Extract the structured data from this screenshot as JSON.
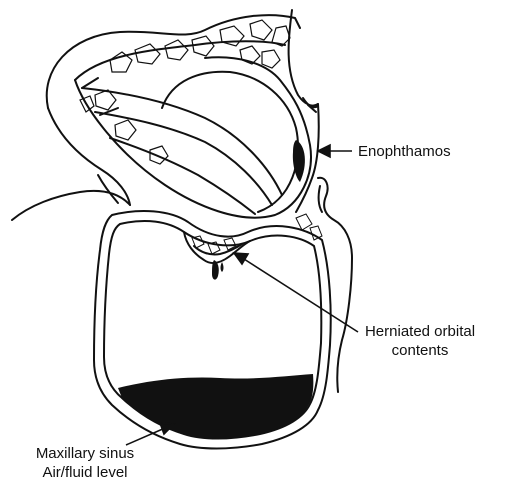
{
  "labels": {
    "enophthalmos": "Enophthamos",
    "herniated_line1": "Herniated orbital",
    "herniated_line2": "contents",
    "sinus_line1": "Maxillary sinus",
    "sinus_line2": "Air/fluid level"
  },
  "colors": {
    "ink": "#111111",
    "paper": "#ffffff"
  }
}
